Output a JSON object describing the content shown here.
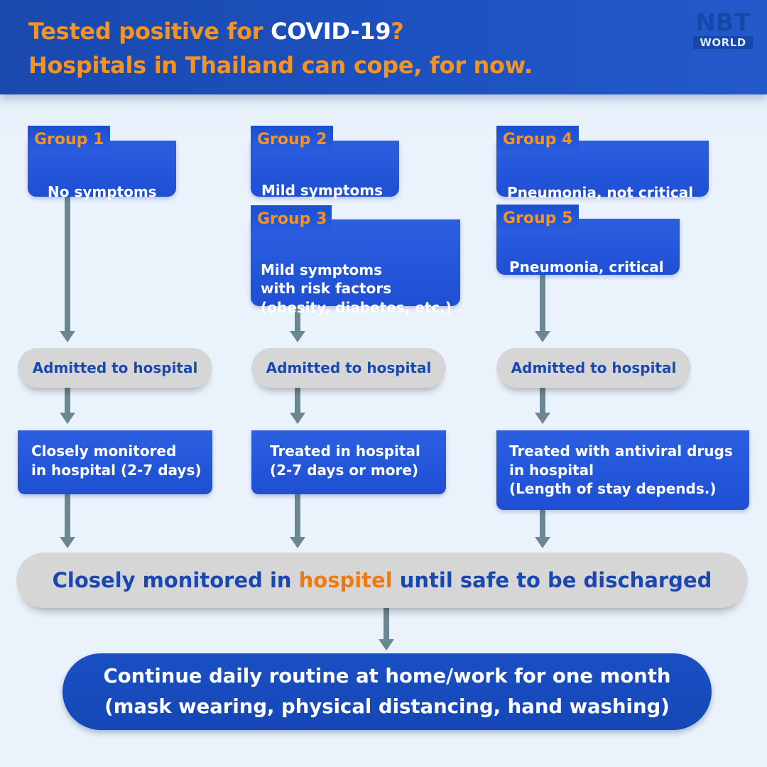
{
  "header": {
    "title_part1": "Tested positive for ",
    "title_highlight": "COVID-19",
    "title_part2": "?",
    "subtitle": "Hospitals in Thailand can cope, for now."
  },
  "logo": {
    "top": "NBT",
    "bottom": "WORLD"
  },
  "groups": [
    {
      "tab": "Group 1",
      "text": "No symptoms"
    },
    {
      "tab": "Group 2",
      "text": "Mild symptoms"
    },
    {
      "tab": "Group 3",
      "text": "Mild symptoms\nwith risk factors\n(obesity, diabetes, etc.)"
    },
    {
      "tab": "Group 4",
      "text": "Pneumonia, not critical"
    },
    {
      "tab": "Group 5",
      "text": "Pneumonia, critical"
    }
  ],
  "columns": [
    {
      "admitted": "Admitted to hospital",
      "treatment": "Closely monitored\nin hospital (2-7 days)"
    },
    {
      "admitted": "Admitted to hospital",
      "treatment": "Treated in hospital\n(2-7 days or more)"
    },
    {
      "admitted": "Admitted to hospital",
      "treatment": "Treated with antiviral drugs\nin hospital\n(Length of stay depends.)"
    }
  ],
  "monitor": {
    "part1": "Closely monitored in ",
    "highlight": "hospitel",
    "part2": " until safe to be discharged"
  },
  "final": "Continue daily routine at home/work for one month\n(mask wearing, physical distancing, hand washing)",
  "colors": {
    "header_blue": "#1d52c2",
    "box_blue": "#2458dc",
    "accent_orange": "#f39323",
    "pill_grey": "#d6d6d6",
    "arrow_grey": "#6b8791"
  }
}
